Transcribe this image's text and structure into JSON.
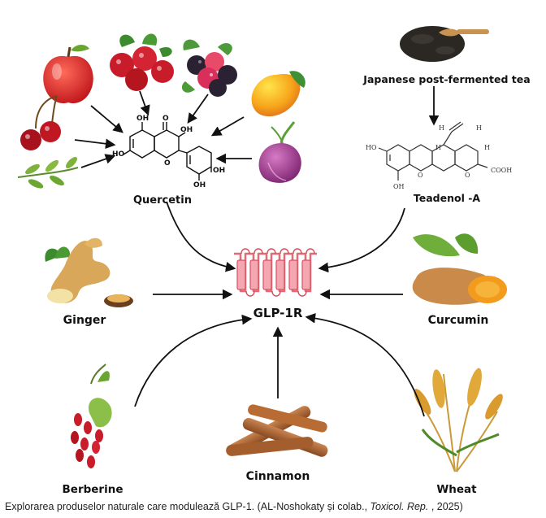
{
  "figure": {
    "labels": {
      "quercetin": "Quercetin",
      "japanese_tea": "Japanese post-fermented tea",
      "teadenol": "Teadenol -A",
      "ginger": "Ginger",
      "curcumin": "Curcumin",
      "receptor": "GLP-1R",
      "berberine": "Berberine",
      "cinnamon": "Cinnamon",
      "wheat": "Wheat"
    },
    "quercetin_atoms": {
      "oh_top_left": "OH",
      "o_carbonyl": "O",
      "oh_top_right": "OH",
      "ho_left": "HO",
      "o_ring": "O",
      "oh_catechol_1": "OH",
      "oh_catechol_2": "OH"
    },
    "teadenol_atoms": {
      "h1": "H",
      "h2": "H",
      "h3": "H",
      "h4": "H",
      "ho": "HO",
      "o1": "O",
      "o2": "O",
      "cooh": "COOH",
      "oh": "OH"
    },
    "colors": {
      "receptor": "#e36b78",
      "arrow": "#111111"
    }
  },
  "caption": {
    "text": "Explorarea produselor naturale care modulează GLP-1. (AL-Noshokaty și colab., ",
    "journal": "Toxicol. Rep.",
    "tail": " , 2025)"
  }
}
